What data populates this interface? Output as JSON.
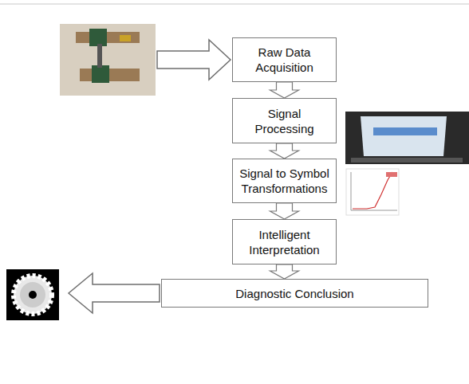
{
  "diagram": {
    "nodes": [
      {
        "text": [
          "Raw Data Acquisition"
        ]
      },
      {
        "text": [
          "Signal Processing"
        ]
      },
      {
        "text": [
          "Signal to Symbol Transformations"
        ]
      },
      {
        "text": [
          "Intelligent Interpretation"
        ]
      },
      {
        "text": [
          "Diagnostic Conclusion"
        ]
      }
    ],
    "edges": [
      {
        "from": 0,
        "to": 1,
        "arrow": "to"
      },
      {
        "from": 1,
        "to": 2,
        "arrow": "to"
      },
      {
        "from": 2,
        "to": 3,
        "arrow": "to"
      },
      {
        "from": 3,
        "to": 4,
        "arrow": "to"
      }
    ]
  }
}
